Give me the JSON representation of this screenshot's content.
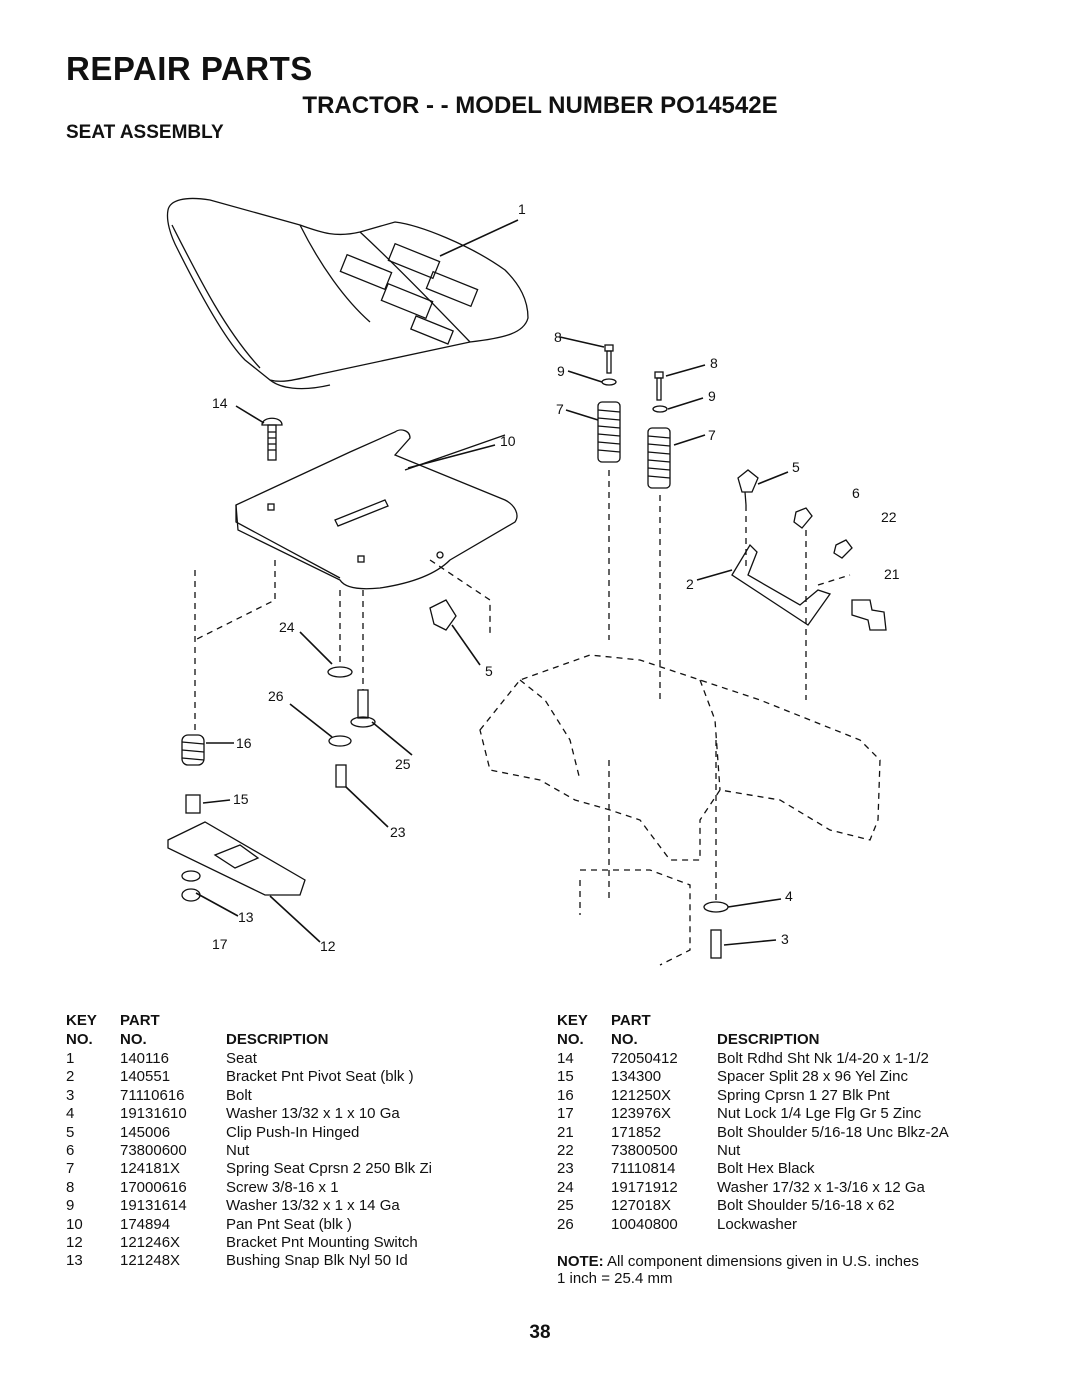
{
  "header": {
    "title": "REPAIR PARTS",
    "model": "TRACTOR - - MODEL NUMBER PO14542E",
    "section": "SEAT ASSEMBLY"
  },
  "callouts": [
    "1",
    "8",
    "9",
    "8",
    "14",
    "7",
    "9",
    "10",
    "7",
    "5",
    "6",
    "22",
    "2",
    "21",
    "24",
    "5",
    "26",
    "16",
    "25",
    "15",
    "23",
    "4",
    "13",
    "17",
    "12",
    "3"
  ],
  "table_headers": {
    "key_top": "KEY",
    "part_top": "PART",
    "key_bottom": "NO.",
    "part_bottom": "NO.",
    "description": "DESCRIPTION"
  },
  "parts_left": [
    {
      "key": "1",
      "part": "140116",
      "desc": "Seat"
    },
    {
      "key": "2",
      "part": "140551",
      "desc": "Bracket Pnt Pivot Seat (blk )"
    },
    {
      "key": "3",
      "part": "71110616",
      "desc": "Bolt"
    },
    {
      "key": "4",
      "part": "19131610",
      "desc": "Washer 13/32 x 1 x 10 Ga"
    },
    {
      "key": "5",
      "part": "145006",
      "desc": "Clip Push-In Hinged"
    },
    {
      "key": "6",
      "part": "73800600",
      "desc": "Nut"
    },
    {
      "key": "7",
      "part": "124181X",
      "desc": "Spring Seat Cprsn 2 250 Blk Zi"
    },
    {
      "key": "8",
      "part": "17000616",
      "desc": "Screw  3/8-16 x 1"
    },
    {
      "key": "9",
      "part": "19131614",
      "desc": "Washer 13/32 x 1 x 14 Ga"
    },
    {
      "key": "10",
      "part": "174894",
      "desc": "Pan Pnt Seat (blk )"
    },
    {
      "key": "12",
      "part": "121246X",
      "desc": "Bracket Pnt Mounting Switch"
    },
    {
      "key": "13",
      "part": "121248X",
      "desc": "Bushing Snap Blk Nyl  50 Id"
    }
  ],
  "parts_right": [
    {
      "key": "14",
      "part": "72050412",
      "desc": "Bolt Rdhd Sht Nk 1/4-20 x 1-1/2"
    },
    {
      "key": "15",
      "part": "134300",
      "desc": "Spacer Split  28 x 96 Yel Zinc"
    },
    {
      "key": "16",
      "part": "121250X",
      "desc": "Spring Cprsn 1 27 Blk Pnt"
    },
    {
      "key": "17",
      "part": "123976X",
      "desc": "Nut Lock 1/4 Lge Flg Gr 5 Zinc"
    },
    {
      "key": "21",
      "part": "171852",
      "desc": "Bolt Shoulder 5/16-18 Unc Blkz-2A"
    },
    {
      "key": "22",
      "part": "73800500",
      "desc": "Nut"
    },
    {
      "key": "23",
      "part": "71110814",
      "desc": "Bolt Hex Black"
    },
    {
      "key": "24",
      "part": "19171912",
      "desc": "Washer 17/32 x 1-3/16 x 12 Ga"
    },
    {
      "key": "25",
      "part": "127018X",
      "desc": "Bolt Shoulder 5/16-18 x 62"
    },
    {
      "key": "26",
      "part": "10040800",
      "desc": "Lockwasher"
    }
  ],
  "note": {
    "label": "NOTE:",
    "text": "All component dimensions given in U.S. inches",
    "conversion": "1 inch = 25.4 mm"
  },
  "page_number": "38"
}
